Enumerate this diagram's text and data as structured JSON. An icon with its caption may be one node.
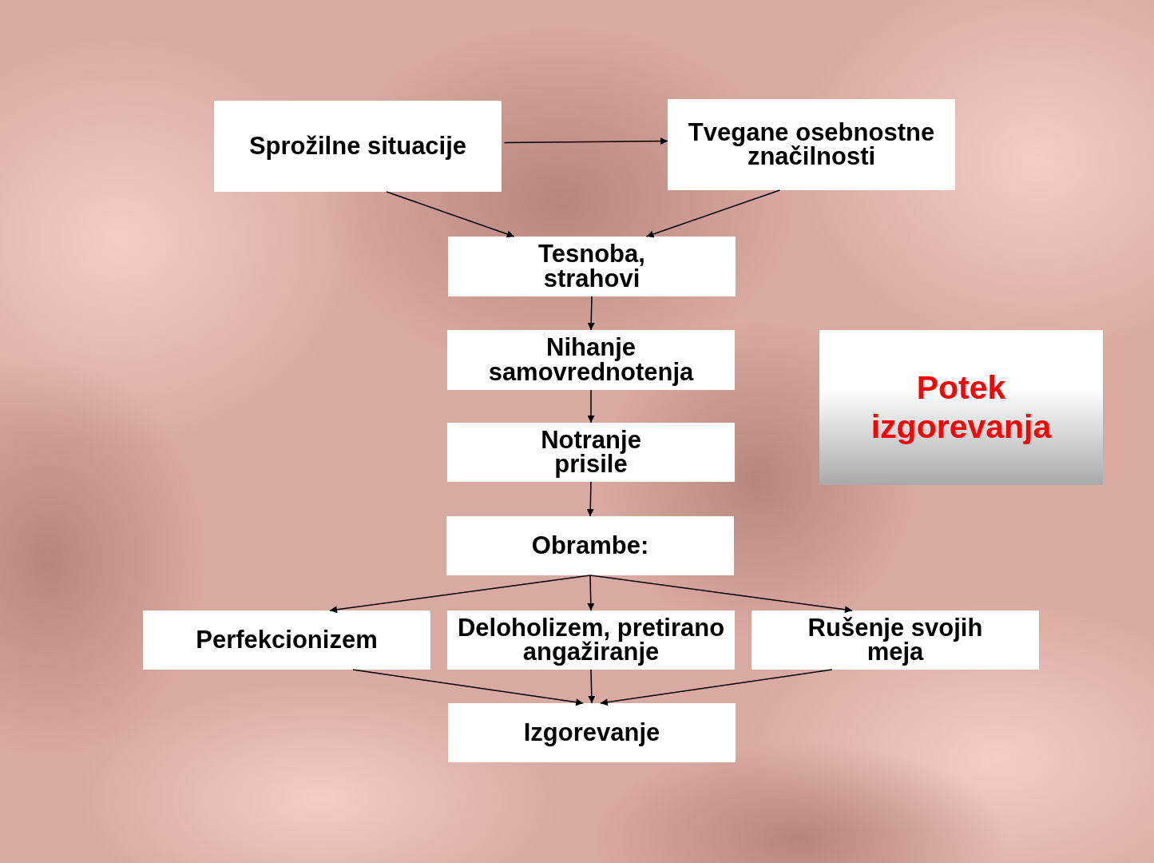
{
  "diagram": {
    "title": "Potek izgorevanja",
    "nodes": [
      {
        "text": [
          "Sprožilne situacije"
        ]
      },
      {
        "text": [
          "Tvegane osebnostne značilnosti"
        ]
      },
      {
        "text": [
          "Tesnoba, strahovi"
        ]
      },
      {
        "text": [
          "Nihanje samovrednotenja"
        ]
      },
      {
        "text": [
          "Notranje prisile"
        ]
      },
      {
        "text": [
          "Obrambe:"
        ]
      },
      {
        "text": [
          "Perfekcionizem"
        ]
      },
      {
        "text": [
          "Deloholizem, pretirano angažiranje"
        ]
      },
      {
        "text": [
          "Rušenje svojih meja"
        ]
      },
      {
        "text": [
          "Izgorevanje"
        ]
      }
    ],
    "edges": [
      {
        "from": 0,
        "to": 1,
        "arrow": "to"
      },
      {
        "from": 0,
        "to": 2,
        "arrow": "to"
      },
      {
        "from": 1,
        "to": 2,
        "arrow": "to"
      },
      {
        "from": 2,
        "to": 3,
        "arrow": "to"
      },
      {
        "from": 3,
        "to": 4,
        "arrow": "to"
      },
      {
        "from": 4,
        "to": 5,
        "arrow": "to"
      },
      {
        "from": 5,
        "to": 6,
        "arrow": "to"
      },
      {
        "from": 5,
        "to": 7,
        "arrow": "to"
      },
      {
        "from": 5,
        "to": 8,
        "arrow": "to"
      },
      {
        "from": 6,
        "to": 9,
        "arrow": "to"
      },
      {
        "from": 7,
        "to": 9,
        "arrow": "to"
      },
      {
        "from": 8,
        "to": 9,
        "arrow": "to"
      }
    ]
  }
}
